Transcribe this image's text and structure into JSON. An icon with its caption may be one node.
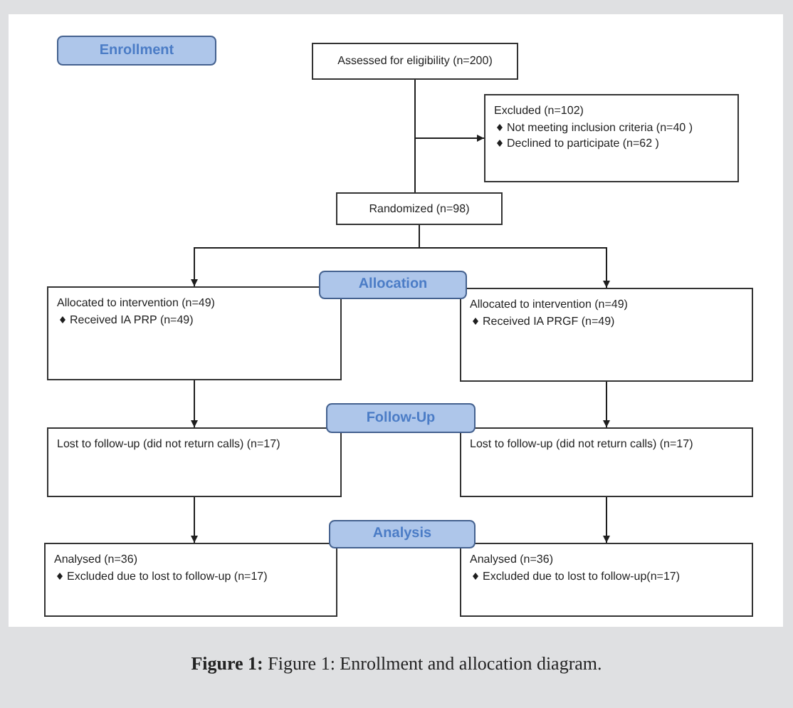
{
  "diagram": {
    "caption": "**Figure 1:** Figure 1: Enrollment and allocation diagram.",
    "nodes": [
      {
        "text": [
          "Enrollment"
        ]
      },
      {
        "text": [
          "Assessed for eligibility (n=200)"
        ]
      },
      {
        "text": [
          "Excluded (n=102)",
          "Not meeting inclusion criteria (n=40 )",
          "Declined to participate (n=62 )"
        ]
      },
      {
        "text": [
          "Randomized (n=98)"
        ]
      },
      {
        "text": [
          "Allocation"
        ]
      },
      {
        "text": [
          "Allocated to intervention (n=49)",
          "Received IA PRP (n=49)"
        ]
      },
      {
        "text": [
          "Allocated to intervention (n=49)",
          "Received IA PRGF (n=49)"
        ]
      },
      {
        "text": [
          "Follow-Up"
        ]
      },
      {
        "text": [
          "Lost to follow-up (did not return calls) (n=17)"
        ]
      },
      {
        "text": [
          "Lost to follow-up (did not return calls) (n=17)"
        ]
      },
      {
        "text": [
          "Analysis"
        ]
      },
      {
        "text": [
          "Analysed (n=36)",
          "Excluded due to lost to follow-up (n=17)"
        ]
      },
      {
        "text": [
          "Analysed (n=36)",
          "Excluded due to lost to follow-up(n=17)"
        ]
      }
    ],
    "edges": [
      {
        "from": 1,
        "to": 3,
        "arrow": "none"
      },
      {
        "from": 1,
        "to": 2,
        "arrow": "to"
      },
      {
        "from": 3,
        "to": 5,
        "arrow": "to"
      },
      {
        "from": 3,
        "to": 6,
        "arrow": "to"
      },
      {
        "from": 5,
        "to": 8,
        "arrow": "to"
      },
      {
        "from": 6,
        "to": 9,
        "arrow": "to"
      },
      {
        "from": 8,
        "to": 11,
        "arrow": "to"
      },
      {
        "from": 9,
        "to": 12,
        "arrow": "to"
      }
    ]
  }
}
